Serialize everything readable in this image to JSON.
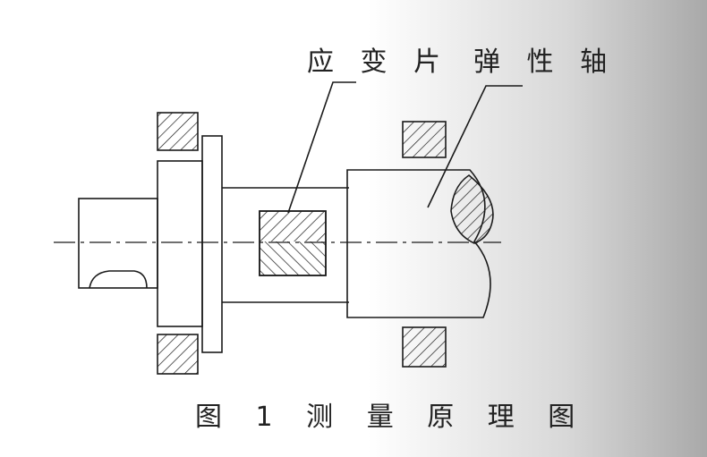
{
  "labels": {
    "strain_gauge": "应 变 片",
    "elastic_shaft": "弹 性 轴"
  },
  "caption": "图 1  测 量 原 理 图",
  "colors": {
    "stroke": "#1a1a1a",
    "background_left": "#ffffff",
    "background_right": "#a9a9a9"
  }
}
